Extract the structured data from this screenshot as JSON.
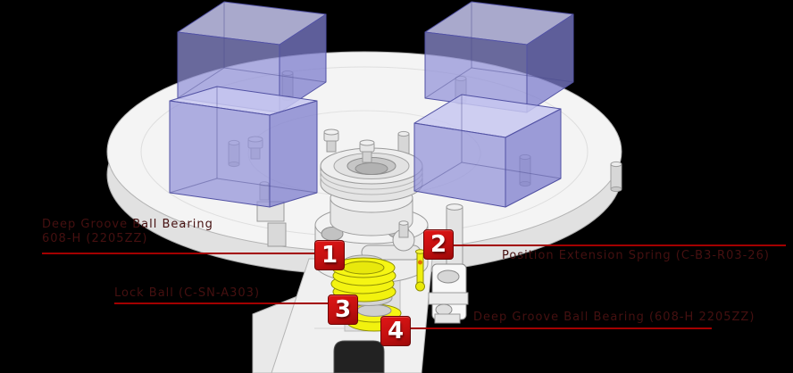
{
  "figure": {
    "callouts": [
      {
        "number": "1",
        "lines": [
          "Deep Groove Ball Bearing",
          "608-H (2205ZZ)"
        ]
      },
      {
        "number": "2",
        "lines": [
          "Position Extension Spring (C-B3-R03-26)"
        ]
      },
      {
        "number": "3",
        "lines": [
          "Lock Ball (C-SN-A303)"
        ]
      },
      {
        "number": "4",
        "lines": [
          "Deep Groove Ball Bearing (608-H 2205ZZ)"
        ]
      }
    ],
    "colors": {
      "background": "#000000",
      "marker_red": "#c31010",
      "callout_line_red": "#a30000",
      "label_text_red": "#451010",
      "magnet_box_purple": "#9292d8",
      "spring_yellow": "#f6f614",
      "platter_gray": "#f4f4f4"
    }
  }
}
